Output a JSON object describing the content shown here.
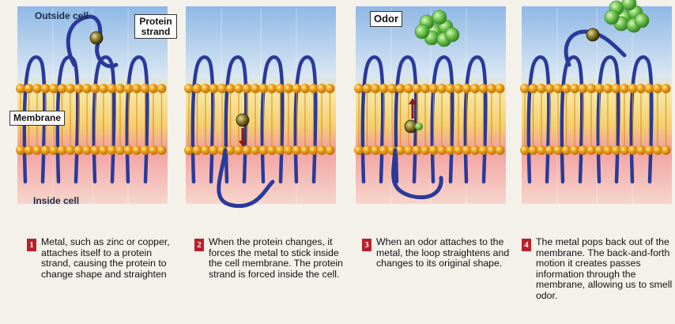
{
  "labels": {
    "outside_cell": "Outside cell",
    "protein_strand": "Protein strand",
    "membrane": "Membrane",
    "inside_cell": "Inside cell",
    "odor": "Odor"
  },
  "steps": [
    {
      "number": "1",
      "text": "Metal, such as zinc or copper, attaches itself to a protein strand, causing the protein to change shape and straighten"
    },
    {
      "number": "2",
      "text": "When the protein changes, it forces the metal to stick inside the cell membrane. The protein strand is forced inside the cell."
    },
    {
      "number": "3",
      "text": "When an odor attaches to the metal, the loop straightens and changes to its original shape."
    },
    {
      "number": "4",
      "text": "The metal pops back out of the membrane. The back-and-forth motion it creates passes information through the membrane, allowing us to smell odor."
    }
  ],
  "colors": {
    "protein": "#2a3a9a",
    "lipid_head": "#f0a020",
    "metal": "#8a7a2a",
    "odor": "#6cc24a",
    "arrow": "#8b1a1a",
    "step_badge": "#b8202a"
  }
}
